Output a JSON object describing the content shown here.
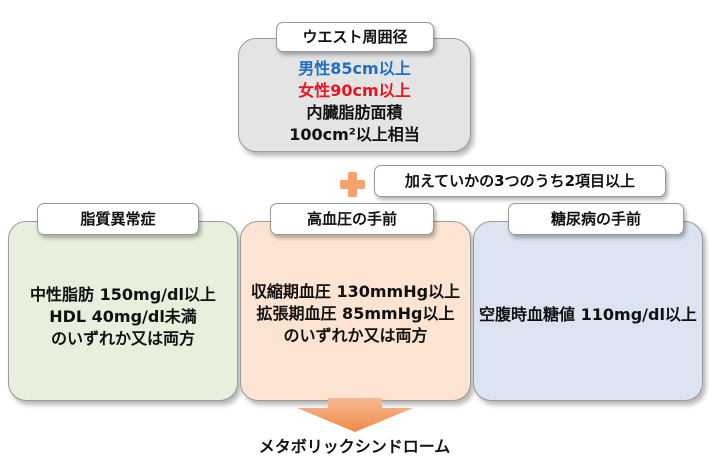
{
  "waist": {
    "title": "ウエスト周囲径",
    "men": "男性85cm以上",
    "women": "女性90cm以上",
    "visceral": "内臓脂肪面積",
    "area": "100cm²以上相当",
    "colors": {
      "men": "#1f6fc0",
      "women": "#e8141e",
      "fill": "#e4e4e4"
    }
  },
  "plus_note": "加えていかの3つのうち2項目以上",
  "criteria": [
    {
      "title": "脂質異常症",
      "lines": [
        "中性脂肪 150mg/dl以上",
        "HDL 40mg/dl未満",
        "のいずれか又は両方"
      ],
      "color": "#e6f0dc"
    },
    {
      "title": "高血圧の手前",
      "lines": [
        "収縮期血圧 130mmHg以上",
        "拡張期血圧 85mmHg以上",
        "のいずれか又は両方"
      ],
      "color": "#fde4d2"
    },
    {
      "title": "糖尿病の手前",
      "lines": [
        "空腹時血糖値 110mg/dl以上"
      ],
      "color": "#dce4f2"
    }
  ],
  "result": "メタボリックシンドローム",
  "accent_color": "#f5a26b"
}
